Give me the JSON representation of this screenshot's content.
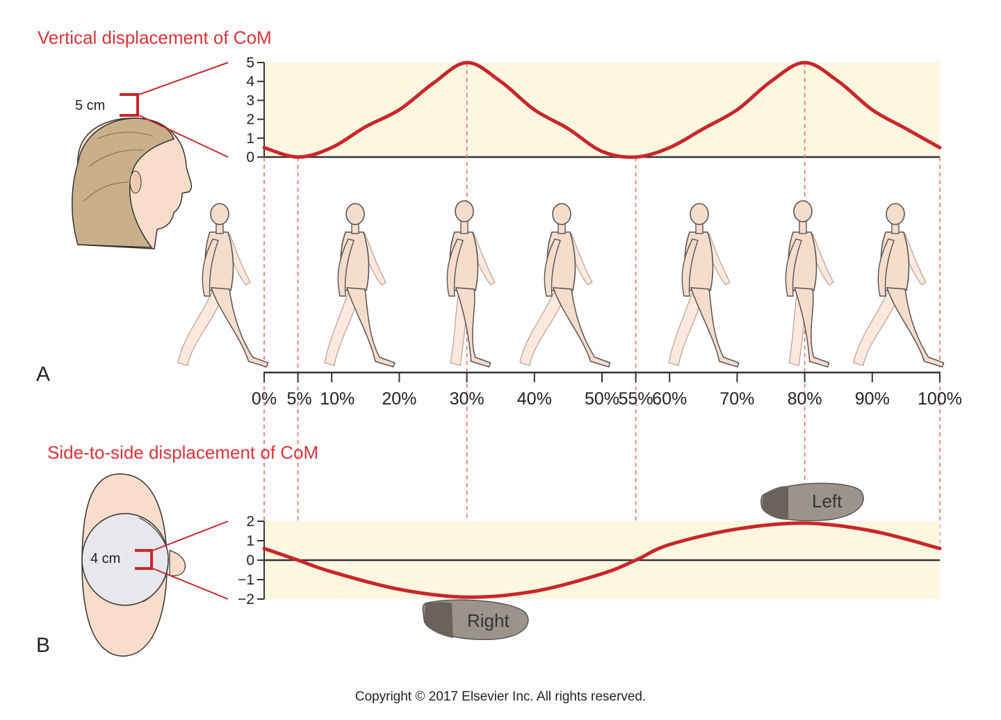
{
  "panel_a": {
    "title": "Vertical displacement of CoM",
    "label": "A",
    "measure": "5 cm"
  },
  "panel_b": {
    "title": "Side-to-side displacement of CoM",
    "label": "B",
    "measure": "4 cm",
    "footprint_right": "Right",
    "footprint_left": "Left"
  },
  "gait_cycle_labels": [
    "0%",
    "5%",
    "10%",
    "20%",
    "30%",
    "40%",
    "50%",
    "55%",
    "60%",
    "70%",
    "80%",
    "90%",
    "100%"
  ],
  "copyright": "Copyright © 2017 Elsevier Inc. All rights reserved.",
  "colors": {
    "curve": "#c8262c",
    "band": "#fdf6e0",
    "guide": "#e07070"
  },
  "chart_data": [
    {
      "type": "line",
      "title": "Vertical displacement of CoM",
      "xlabel": "",
      "ylabel": "",
      "x_unit": "% gait cycle",
      "ylim": [
        0,
        5
      ],
      "y_ticks": [
        0,
        1,
        2,
        3,
        4,
        5
      ],
      "x": [
        0,
        5,
        10,
        15,
        20,
        25,
        30,
        35,
        40,
        45,
        50,
        55,
        60,
        65,
        70,
        75,
        80,
        85,
        90,
        95,
        100
      ],
      "y": [
        0.5,
        0,
        0.5,
        1.6,
        2.5,
        3.9,
        5.0,
        4.0,
        2.5,
        1.5,
        0.3,
        0,
        0.5,
        1.5,
        2.5,
        4.0,
        5.0,
        4.0,
        2.5,
        1.5,
        0.5
      ],
      "minima": [
        [
          5,
          0
        ],
        [
          55,
          0
        ]
      ],
      "maxima": [
        [
          30,
          5
        ],
        [
          80,
          5
        ]
      ]
    },
    {
      "type": "line",
      "title": "Side-to-side displacement of CoM",
      "xlabel": "",
      "ylabel": "",
      "x_unit": "% gait cycle",
      "ylim": [
        -2,
        2
      ],
      "y_ticks": [
        -2,
        -1,
        0,
        1,
        2
      ],
      "x": [
        0,
        5,
        10,
        20,
        30,
        40,
        50,
        55,
        60,
        70,
        80,
        90,
        100
      ],
      "y": [
        0.6,
        0,
        -0.6,
        -1.5,
        -1.9,
        -1.6,
        -0.7,
        0,
        0.8,
        1.6,
        1.9,
        1.5,
        0.6
      ],
      "minimum": [
        30,
        -2
      ],
      "maximum": [
        80,
        2
      ]
    }
  ]
}
